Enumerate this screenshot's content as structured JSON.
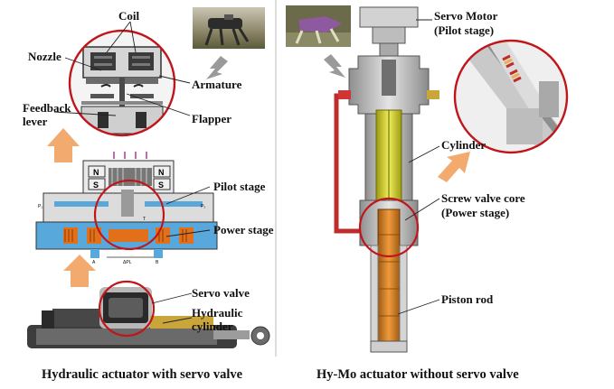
{
  "left_panel": {
    "labels": {
      "coil": "Coil",
      "nozzle": "Nozzle",
      "armature": "Armature",
      "feedback_lever": "Feedback\nlever",
      "flapper": "Flapper",
      "pilot_stage": "Pilot stage",
      "power_stage": "Power stage",
      "servo_valve": "Servo valve",
      "hydraulic_cylinder": "Hydraulic\ncylinder"
    },
    "magnet_labels": {
      "north": "N",
      "south": "S"
    },
    "port_labels": {
      "p1": "P₁",
      "p2": "P₂",
      "a": "A",
      "b": "B",
      "t": "T",
      "delta_p": "ΔPL"
    },
    "caption": "Hydraulic actuator with servo valve"
  },
  "right_panel": {
    "labels": {
      "servo_motor": "Servo Motor\n(Pilot stage)",
      "cylinder": "Cylinder",
      "screw_valve_core": "Screw valve core\n(Power stage)",
      "piston_rod": "Piston rod"
    },
    "caption": "Hy-Mo actuator without servo valve"
  },
  "colors": {
    "highlight_circle": "#c0161b",
    "arrow_orange": "#f2a15f",
    "arrow_grey": "#9a9a9a",
    "fluid_blue": "#58a8dc",
    "spool_orange": "#e2701b",
    "cylinder_yellow": "#d6d21e",
    "body_grey": "#c9c9c9"
  }
}
